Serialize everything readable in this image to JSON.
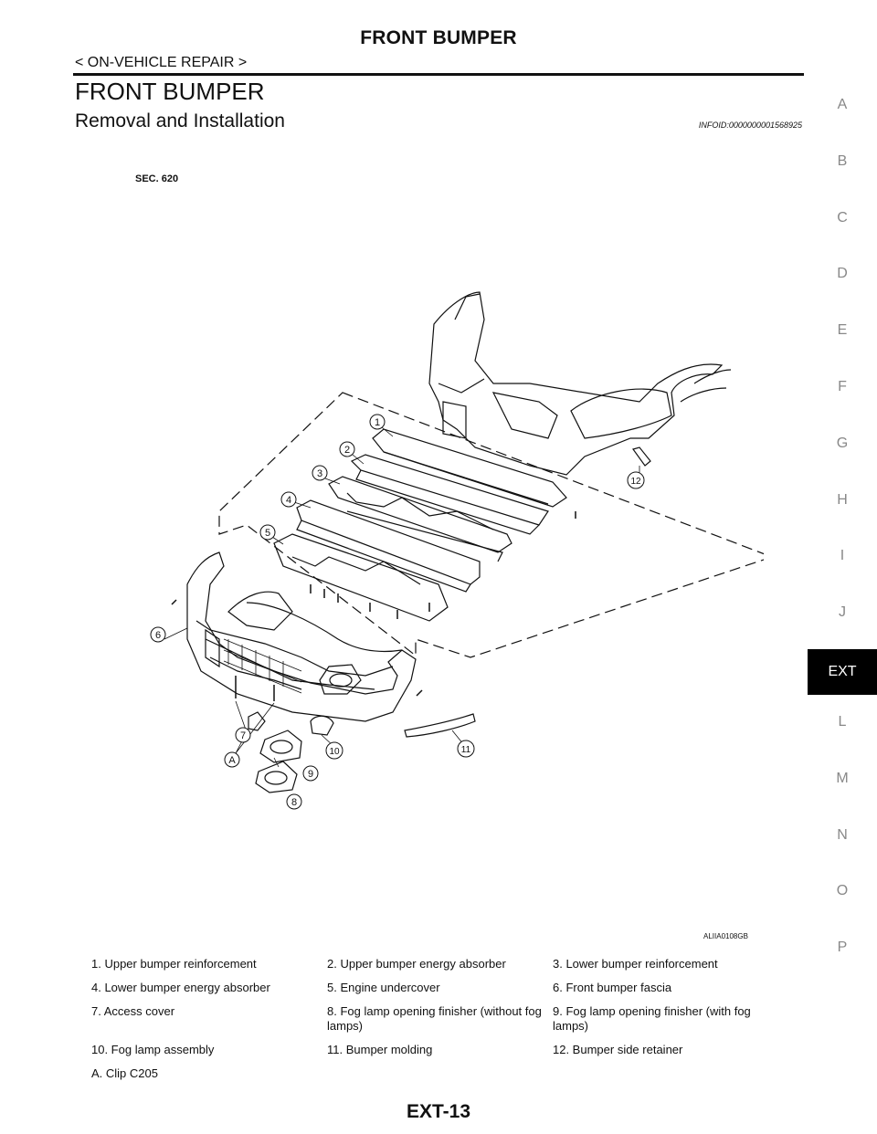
{
  "header": {
    "running_title": "FRONT BUMPER",
    "section": "< ON-VEHICLE REPAIR >"
  },
  "page": {
    "title": "FRONT BUMPER",
    "subtitle": "Removal and Installation",
    "infoid": "INFOID:0000000001568925",
    "number": "EXT-13"
  },
  "side_index": {
    "letters": [
      "A",
      "B",
      "C",
      "D",
      "E",
      "F",
      "G",
      "H",
      "I",
      "J"
    ],
    "active": "EXT",
    "letters_after": [
      "L",
      "M",
      "N",
      "O",
      "P"
    ]
  },
  "figure": {
    "sec_label": "SEC. 620",
    "code": "ALIIA0108GB",
    "callouts": [
      "1",
      "2",
      "3",
      "4",
      "5",
      "6",
      "7",
      "8",
      "9",
      "10",
      "11",
      "12",
      "A"
    ]
  },
  "legend": [
    "1.   Upper bumper reinforcement",
    "2.   Upper bumper energy absorber",
    "3.   Lower bumper reinforcement",
    "4.   Lower bumper energy absorber",
    "5.   Engine undercover",
    "6.   Front bumper fascia",
    "7.   Access cover",
    "8.   Fog lamp opening finisher (without fog lamps)",
    "9.   Fog lamp opening finisher (with fog lamps)",
    "10. Fog lamp assembly",
    "11. Bumper molding",
    "12. Bumper side retainer",
    "A.   Clip C205"
  ]
}
